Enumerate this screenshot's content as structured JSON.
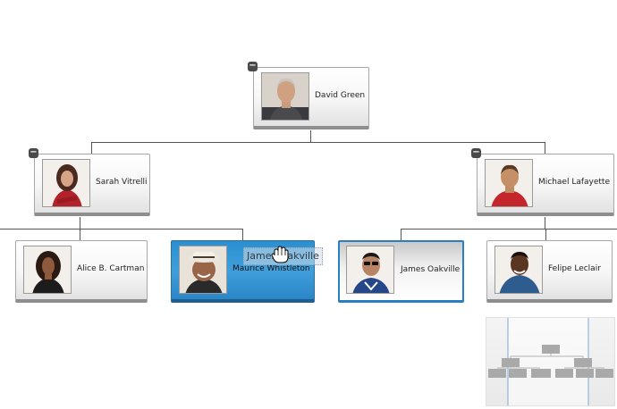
{
  "nodes": {
    "david": {
      "name": "David Green",
      "photo": "David Green photo"
    },
    "sarah": {
      "name": "Sarah Vitrelli",
      "photo": "Sarah Vitrelli photo"
    },
    "michael": {
      "name": "Michael Lafayette",
      "photo": "Michael Lafayette photo"
    },
    "alice": {
      "name": "Alice B. Cartman",
      "photo": "Alice B. Cartman photo"
    },
    "maurice": {
      "name": "Maurice Whistleton",
      "photo": "Maurice Whistleton photo"
    },
    "james": {
      "name": "James Oakville",
      "photo": "James Oakville photo"
    },
    "felipe": {
      "name": "Felipe Leclair",
      "photo": "Felipe Leclair photo"
    }
  },
  "drag_ghost_label": "James Oakville",
  "collapse_symbol": "−",
  "icons": {
    "collapse": "minus-icon",
    "cursor": "grab-hand-icon"
  },
  "colors": {
    "selected_border": "#2a7fc0",
    "drag_node": "#2a8fd0",
    "connector": "#555555",
    "minimap_viewport": "#7aa9d6"
  }
}
